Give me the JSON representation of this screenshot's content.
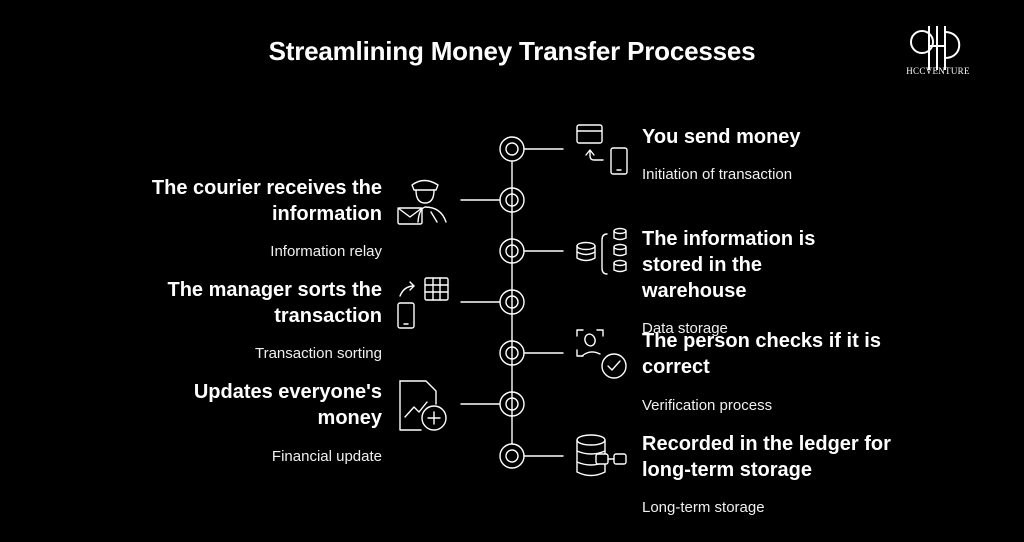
{
  "title": "Streamlining Money Transfer Processes",
  "logo": {
    "text": "HCCVENTURE"
  },
  "steps": [
    {
      "heading": "You send money",
      "subtitle": "Initiation of transaction",
      "side": "right",
      "icon": "card-to-phone-icon"
    },
    {
      "heading": "The courier receives the information",
      "subtitle": "Information relay",
      "side": "left",
      "icon": "courier-envelope-icon"
    },
    {
      "heading": "The information is stored in the warehouse",
      "subtitle": "Data storage",
      "side": "right",
      "icon": "database-stack-icon"
    },
    {
      "heading": "The manager sorts the transaction",
      "subtitle": "Transaction sorting",
      "side": "left",
      "icon": "sort-grid-phone-icon"
    },
    {
      "heading": "The person checks if it is correct",
      "subtitle": "Verification process",
      "side": "right",
      "icon": "user-verify-icon"
    },
    {
      "heading": "Updates everyone's money",
      "subtitle": "Financial update",
      "side": "left",
      "icon": "chart-add-icon"
    },
    {
      "heading": "Recorded in the ledger for long-term storage",
      "subtitle": "Long-term storage",
      "side": "right",
      "icon": "ledger-database-icon"
    }
  ],
  "colors": {
    "background": "#000000",
    "foreground": "#ffffff"
  }
}
